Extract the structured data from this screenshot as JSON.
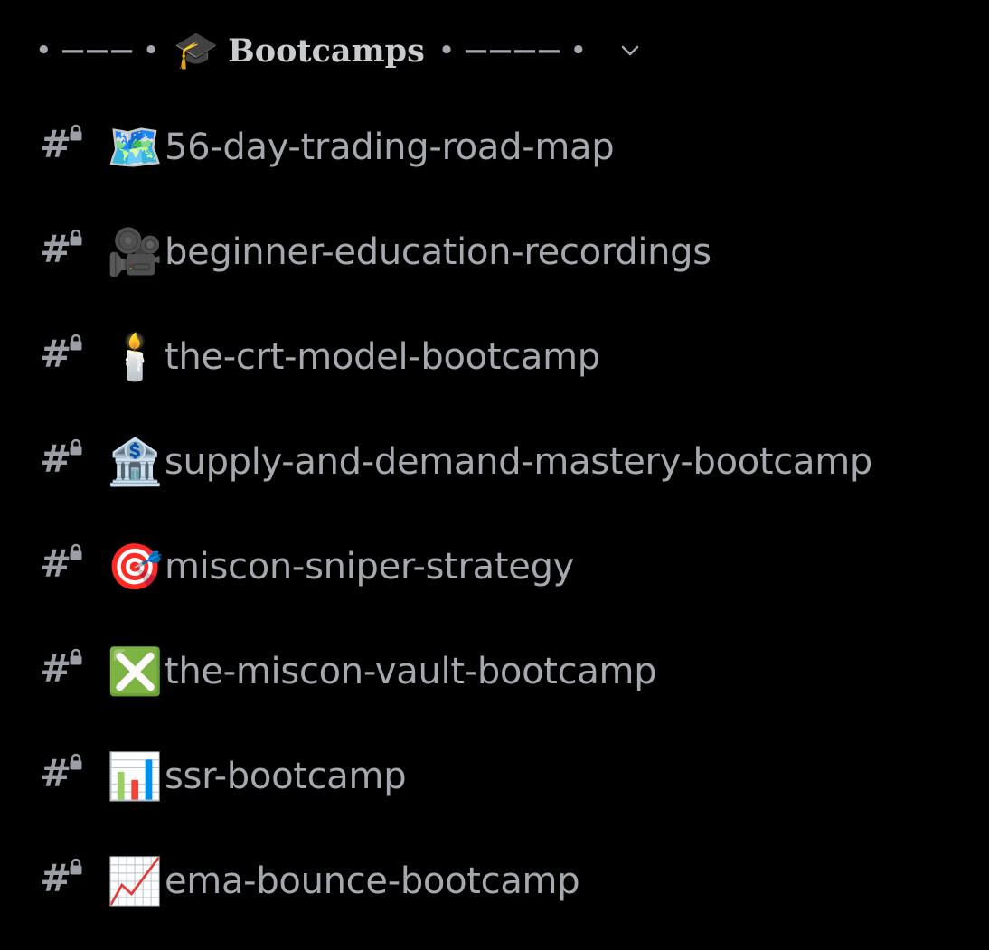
{
  "category": {
    "left_decoration": "• ——— •",
    "emoji": "🎓",
    "name": "Bootcamps",
    "right_decoration": "• ———— •",
    "chevron_icon": "chevron-down-icon"
  },
  "channels": [
    {
      "emoji": "🗺️",
      "name": "56-day-trading-road-map"
    },
    {
      "emoji": "🎥",
      "name": "beginner-education-recordings"
    },
    {
      "emoji": "🕯️",
      "name": "the-crt-model-bootcamp"
    },
    {
      "emoji": "🏦",
      "name": "supply-and-demand-mastery-bootcamp"
    },
    {
      "emoji": "🎯",
      "name": "miscon-sniper-strategy"
    },
    {
      "emoji": "❎",
      "name": "the-miscon-vault-bootcamp"
    },
    {
      "emoji": "📊",
      "name": "ssr-bootcamp"
    },
    {
      "emoji": "📈",
      "name": "ema-bounce-bootcamp"
    }
  ],
  "colors": {
    "background": "#000000",
    "channel_text": "#a5a8ae",
    "category_text": "#c9cbcf"
  }
}
